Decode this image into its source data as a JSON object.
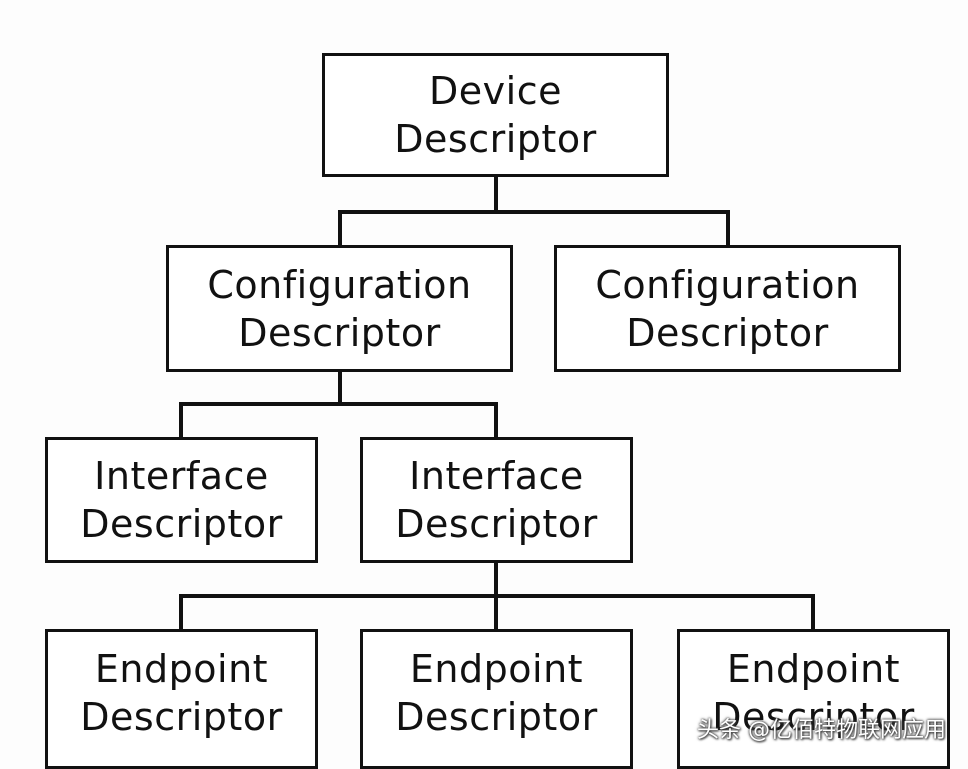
{
  "diagram": {
    "device": {
      "line1": "Device",
      "line2": "Descriptor"
    },
    "configurations": [
      {
        "line1": "Configuration",
        "line2": "Descriptor"
      },
      {
        "line1": "Configuration",
        "line2": "Descriptor"
      }
    ],
    "interfaces": [
      {
        "line1": "Interface",
        "line2": "Descriptor"
      },
      {
        "line1": "Interface",
        "line2": "Descriptor"
      }
    ],
    "endpoints": [
      {
        "line1": "Endpoint",
        "line2": "Descriptor"
      },
      {
        "line1": "Endpoint",
        "line2": "Descriptor"
      },
      {
        "line1": "Endpoint",
        "line2": "Descriptor"
      }
    ]
  },
  "watermark": "头条 @亿佰特物联网应用",
  "colors": {
    "line": "#111111",
    "box_fill": "#ffffff",
    "background": "#fdfdfd"
  }
}
